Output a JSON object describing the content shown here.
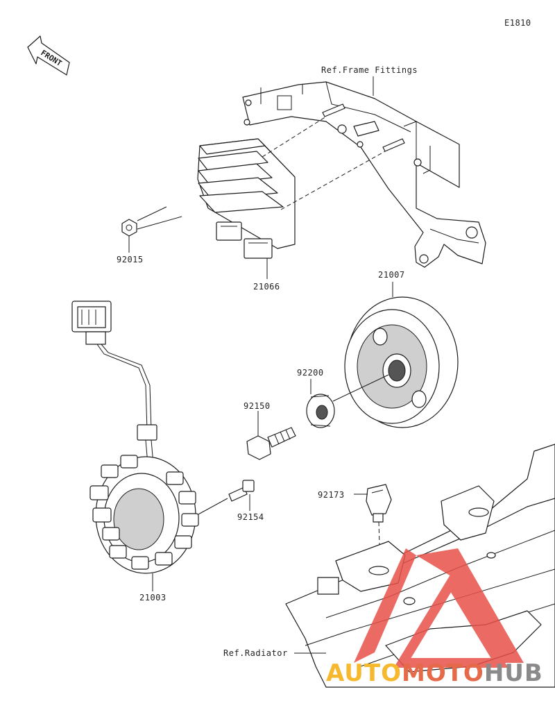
{
  "diagram": {
    "code": "E1810",
    "direction_label": "FRONT",
    "parts": [
      {
        "id": "frame",
        "label": "Ref.Frame Fittings"
      },
      {
        "id": "nut",
        "label": "92015"
      },
      {
        "id": "regulator",
        "label": "21066"
      },
      {
        "id": "rotor",
        "label": "21007"
      },
      {
        "id": "washer",
        "label": "92200"
      },
      {
        "id": "rotor-bolt",
        "label": "92150"
      },
      {
        "id": "stator-bolt",
        "label": "92154"
      },
      {
        "id": "stator",
        "label": "21003"
      },
      {
        "id": "sensor",
        "label": "92173"
      },
      {
        "id": "radiator",
        "label": "Ref.Radiator"
      }
    ]
  },
  "watermark": {
    "parts": [
      {
        "text": "AUTO",
        "color": "#f5b82e"
      },
      {
        "text": "MOTO",
        "color": "#e46a4a"
      },
      {
        "text": "HUB",
        "color": "#8a8a8a"
      }
    ],
    "mark_color": "#e8524a"
  }
}
